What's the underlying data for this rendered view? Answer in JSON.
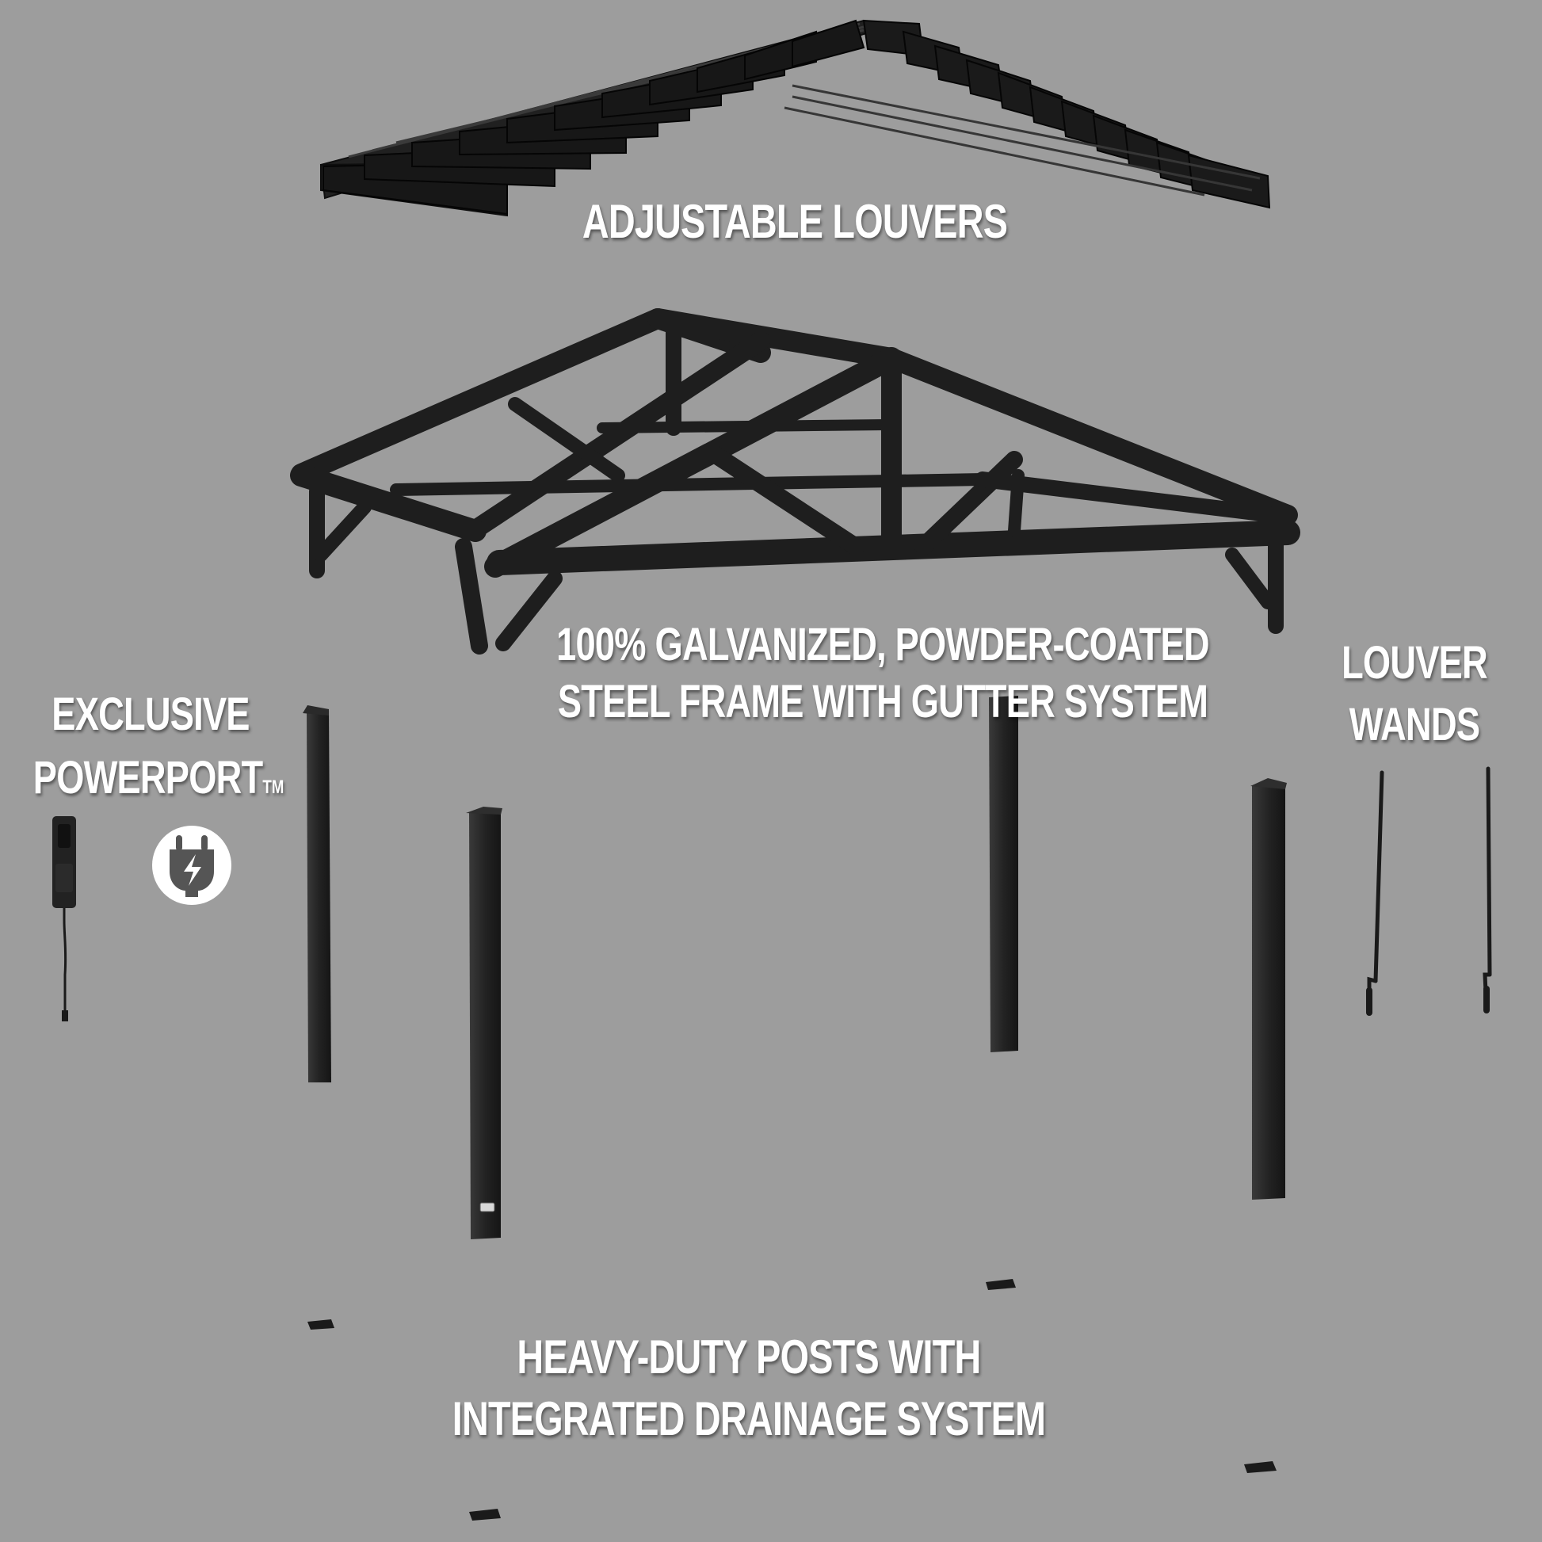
{
  "labels": {
    "louvers": "ADJUSTABLE LOUVERS",
    "frame_line1": "100% GALVANIZED, POWDER-COATED",
    "frame_line2": "STEEL FRAME WITH GUTTER SYSTEM",
    "wands_line1": "LOUVER",
    "wands_line2": "WANDS",
    "power_line1": "EXCLUSIVE",
    "power_line2": "POWERPORT",
    "power_tm": "TM",
    "posts_line1": "HEAVY-DUTY POSTS WITH",
    "posts_line2": "INTEGRATED DRAINAGE SYSTEM"
  },
  "icons": {
    "power": "power-plug-lightning-icon"
  },
  "colors": {
    "background": "#9d9d9d",
    "parts": "#1c1c1c",
    "text": "#ffffff"
  }
}
